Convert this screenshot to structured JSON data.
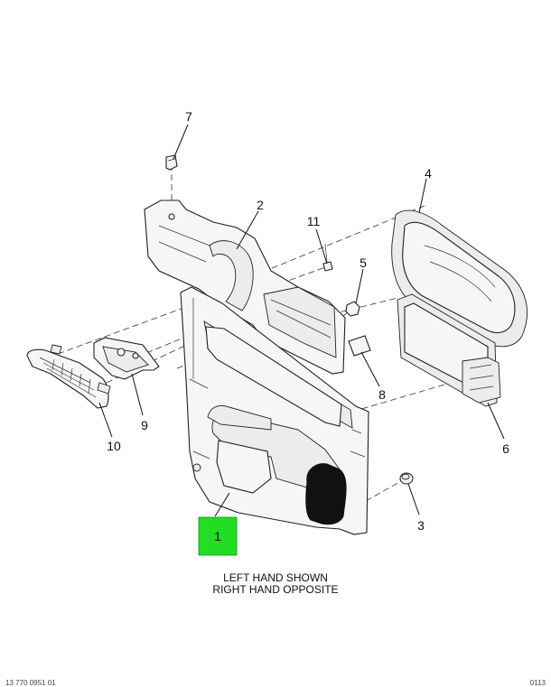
{
  "callouts": {
    "c1": "1",
    "c2": "2",
    "c3": "3",
    "c4": "4",
    "c5": "5",
    "c6": "6",
    "c7": "7",
    "c8": "8",
    "c9": "9",
    "c10": "10",
    "c11": "11"
  },
  "note": {
    "line1": "LEFT HAND SHOWN",
    "line2": "RIGHT HAND OPPOSITE"
  },
  "highlight_color": "#22dd22",
  "footer": {
    "left": "13 770 0951 01",
    "right": "0113"
  }
}
